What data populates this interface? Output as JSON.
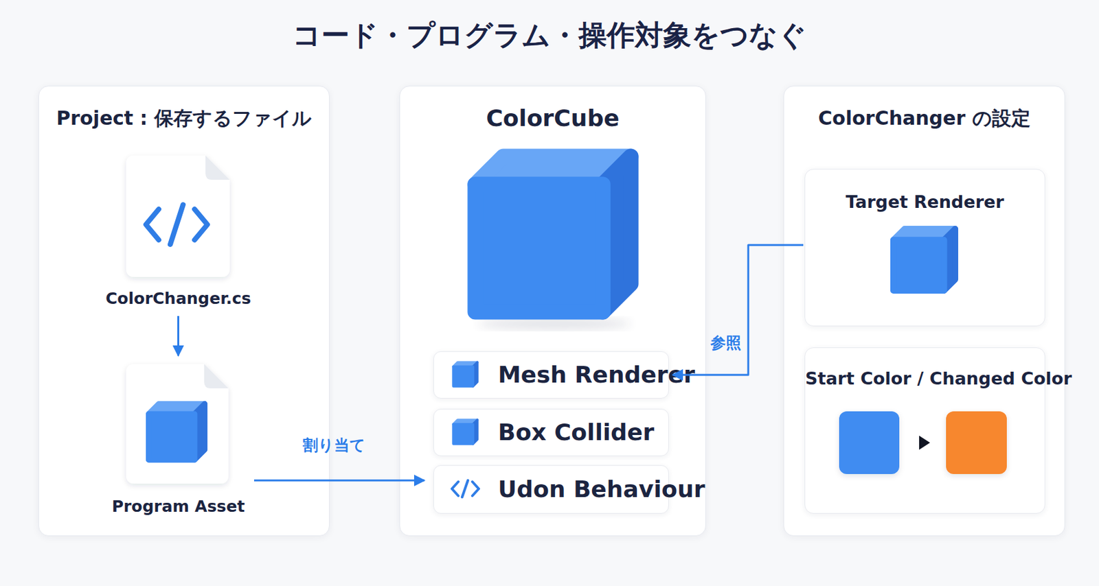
{
  "diagram": {
    "title": "コード・プログラム・操作対象をつなぐ",
    "nodes": [
      {
        "text": [
          "Project : 保存するファイル"
        ]
      },
      {
        "text": [
          "ColorChanger.cs"
        ],
        "in": 0
      },
      {
        "text": [
          "Program Asset"
        ],
        "in": 0
      },
      {
        "text": [
          "ColorCube"
        ]
      },
      {
        "text": [
          "Mesh Renderer"
        ],
        "in": 3
      },
      {
        "text": [
          "Box Collider"
        ],
        "in": 3
      },
      {
        "text": [
          "Udon Behaviour"
        ],
        "in": 3
      },
      {
        "text": [
          "ColorChanger の設定"
        ]
      },
      {
        "text": [
          "Target Renderer"
        ],
        "in": 7
      },
      {
        "text": [
          "Start Color / Changed Color"
        ],
        "in": 7
      }
    ],
    "edges": [
      {
        "from": 1,
        "to": 2,
        "arrow": "to"
      },
      {
        "from": 2,
        "to": 6,
        "label": "割り当て",
        "arrow": "to"
      },
      {
        "from": 8,
        "to": 4,
        "label": "参照",
        "arrow": "to"
      }
    ]
  }
}
